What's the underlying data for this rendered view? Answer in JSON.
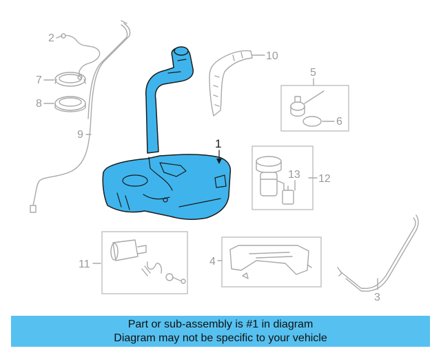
{
  "callouts": {
    "c1": "1",
    "c2": "2",
    "c3": "3",
    "c4": "4",
    "c5": "5",
    "c6": "6",
    "c7": "7",
    "c8": "8",
    "c9": "9",
    "c10": "10",
    "c11": "11",
    "c12": "12",
    "c13": "13"
  },
  "banner": {
    "line1": "Part or sub-assembly is #1 in diagram",
    "line2": "Diagram may not be specific to your vehicle"
  },
  "colors": {
    "highlight": "#3fb4ec",
    "banner": "#56c1f0",
    "line_gray": "#a8a8a8"
  }
}
